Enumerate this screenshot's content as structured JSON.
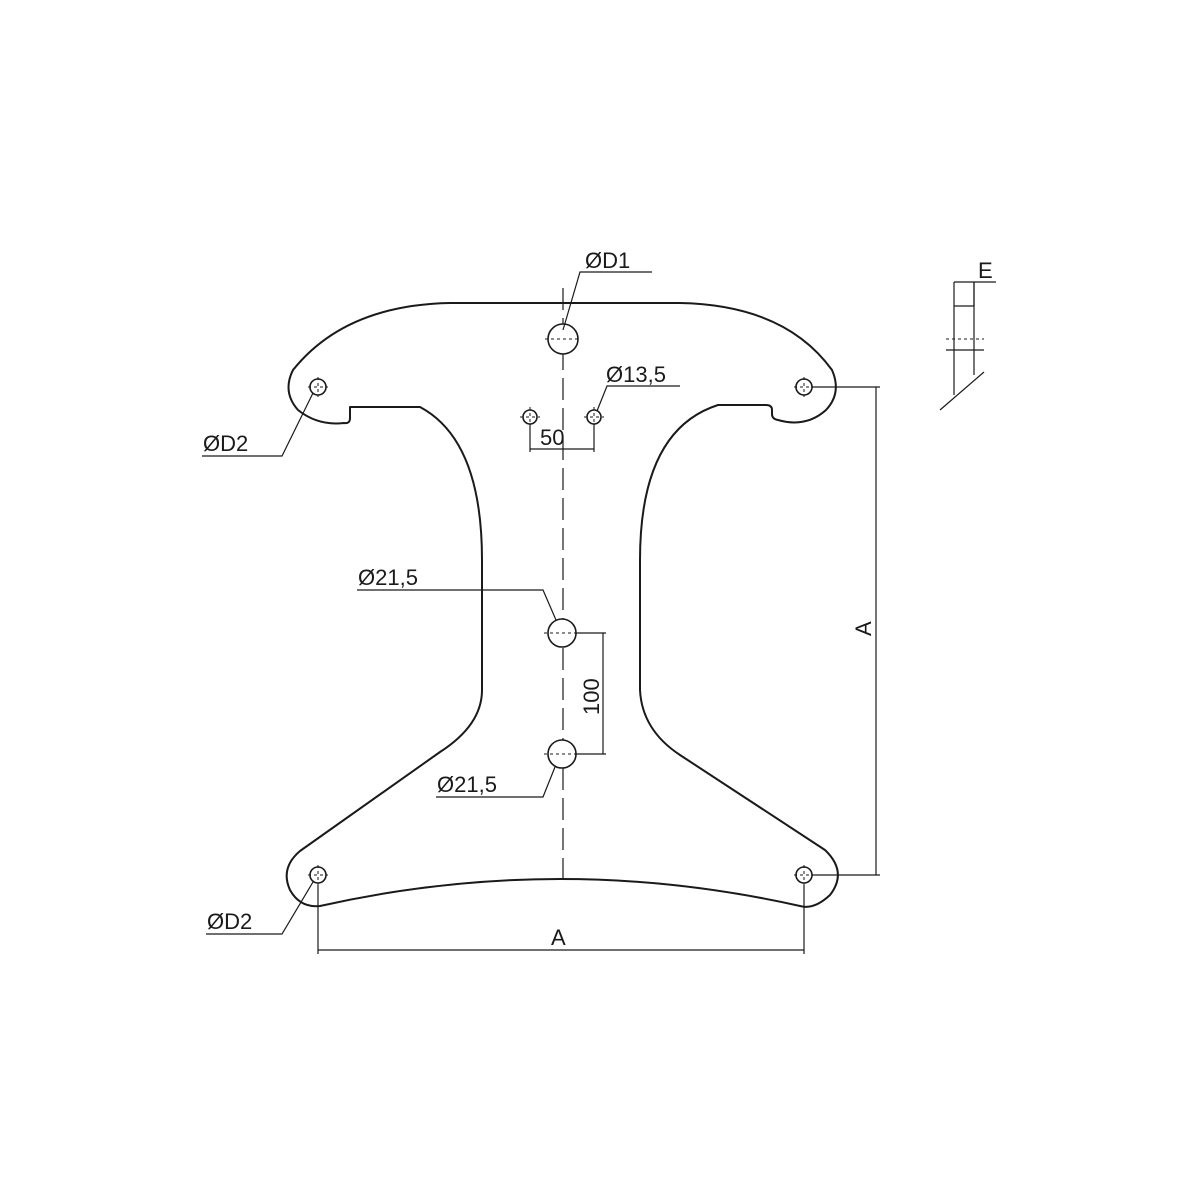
{
  "labels": {
    "d1": "ØD1",
    "d2_top": "ØD2",
    "d2_bottom": "ØD2",
    "d13": "Ø13,5",
    "spacing_50": "50",
    "d21_upper": "Ø21,5",
    "d21_lower": "Ø21,5",
    "spacing_100": "100",
    "dim_a_vertical": "A",
    "dim_a_horizontal": "A",
    "thickness_e": "E"
  },
  "colors": {
    "line": "#1a1a1a",
    "background": "#ffffff"
  }
}
